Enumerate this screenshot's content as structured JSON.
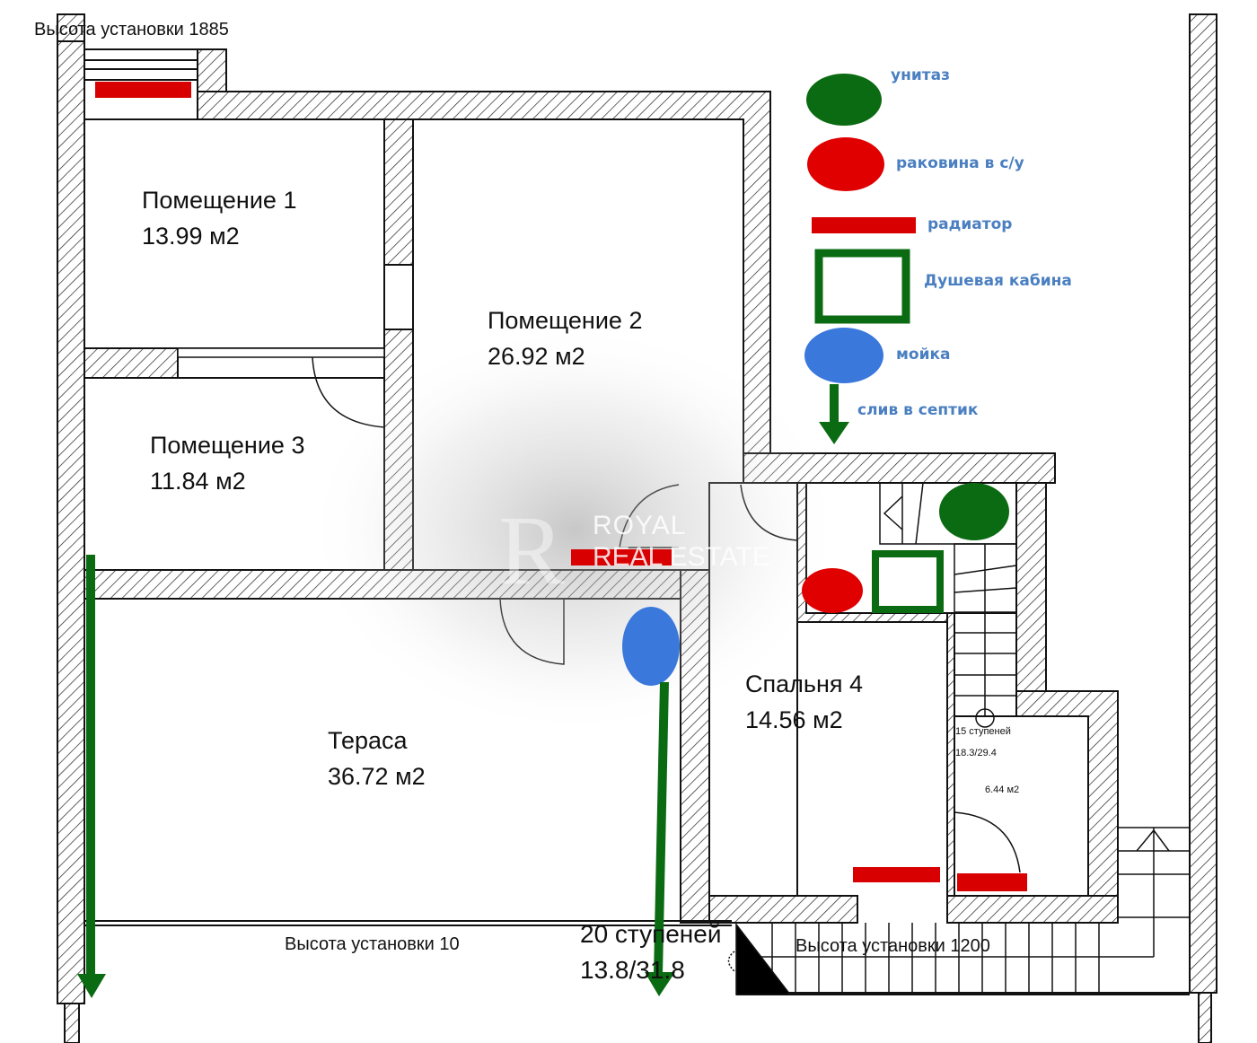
{
  "plan": {
    "rooms": [
      {
        "name": "Помещение 1",
        "area": "13.99 м2"
      },
      {
        "name": "Помещение 2",
        "area": "26.92 м2"
      },
      {
        "name": "Помещение 3",
        "area": "11.84 м2"
      },
      {
        "name": "Терaса",
        "area": "36.72 м2"
      },
      {
        "name": "Спальня 4",
        "area": "14.56 м2"
      },
      {
        "name": "",
        "area": "6.44 м2"
      }
    ],
    "notes": {
      "height_top": "Высота установки 1885",
      "height_bottom_left": "Высота установки 10",
      "height_bottom_right": "Высота установки 1200",
      "stairs_main_steps": "20 ступеней",
      "stairs_main_size": "13.8/31.8",
      "stairs_small_steps": "15 ступеней",
      "stairs_small_size": "18.3/29.4"
    },
    "watermark": {
      "line1": "ROYAL",
      "line2": "REAL ESTATE",
      "monogram": "R"
    }
  },
  "legend": {
    "items": [
      {
        "symbol": "green-ellipse",
        "label": "унитаз",
        "color": "#0b6b12"
      },
      {
        "symbol": "red-ellipse",
        "label": "раковина в с/у",
        "color": "#e00000"
      },
      {
        "symbol": "red-bar",
        "label": "радиатор",
        "color": "#d80000"
      },
      {
        "symbol": "green-square",
        "label": "Душевая кабина",
        "color": "#0b6b12"
      },
      {
        "symbol": "blue-ellipse",
        "label": "мойка",
        "color": "#3a78dc"
      },
      {
        "symbol": "green-arrow",
        "label": "слив в септик",
        "color": "#0b6b12"
      }
    ]
  }
}
